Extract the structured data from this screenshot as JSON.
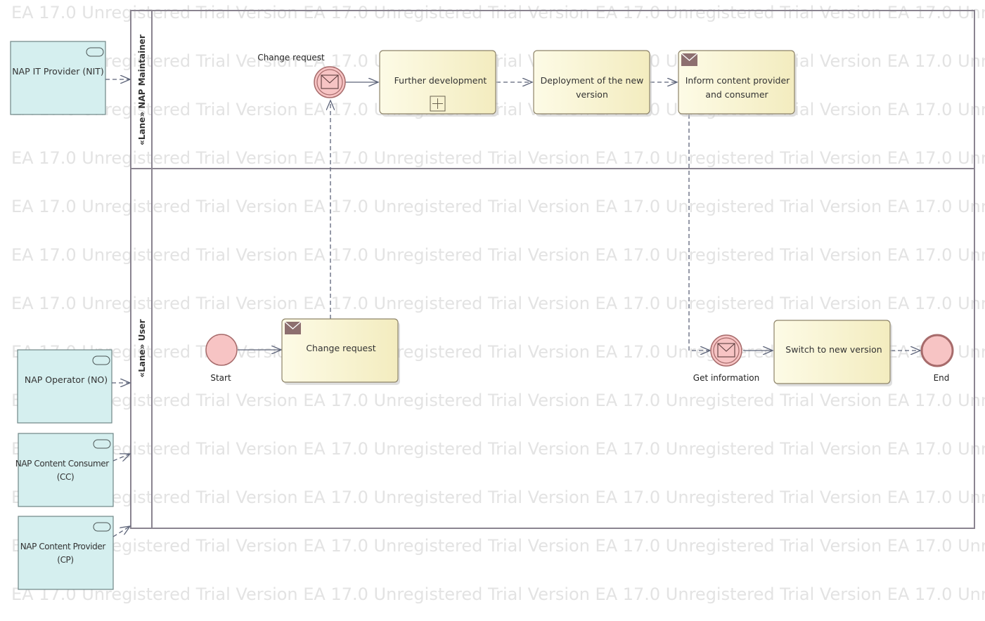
{
  "watermark": "EA 17.0 Unregistered Trial Version EA 17.0 Unregistered Trial Version EA 17.0 Unregistered Trial Version EA 17.0 Unregistered Trial Version EA 17.0 Unregistered Trial Version",
  "lanes": {
    "maintainer": "«Lane» NAP Maintainer",
    "user": "«Lane» User"
  },
  "actors": {
    "nit": [
      "NAP IT Provider (NIT)"
    ],
    "no": [
      "NAP Operator (NO)"
    ],
    "cc": [
      "NAP Content Consumer",
      "(CC)"
    ],
    "cp": [
      "NAP Content Provider",
      "(CP)"
    ]
  },
  "tasks": {
    "further": [
      "Further development"
    ],
    "deploy": [
      "Deployment of the new",
      "version"
    ],
    "inform": [
      "Inform content provider",
      "and consumer"
    ],
    "change": [
      "Change request"
    ],
    "switch": [
      "Switch to new version"
    ]
  },
  "events": {
    "change_request_label": "Change request",
    "start_label": "Start",
    "get_info_label": "Get information",
    "end_label": "End"
  },
  "colors": {
    "task_fill_light": "#fdfbe6",
    "task_fill_dark": "#f3ecbf",
    "task_border": "#8e8469",
    "actor_fill": "#d5efef",
    "actor_border": "#6f8686",
    "event_fill": "#f7c4c4",
    "event_border": "#a76b6b",
    "lane_border": "#8a8490",
    "connector": "#5d6479",
    "envelope": "#8d6f6f"
  }
}
